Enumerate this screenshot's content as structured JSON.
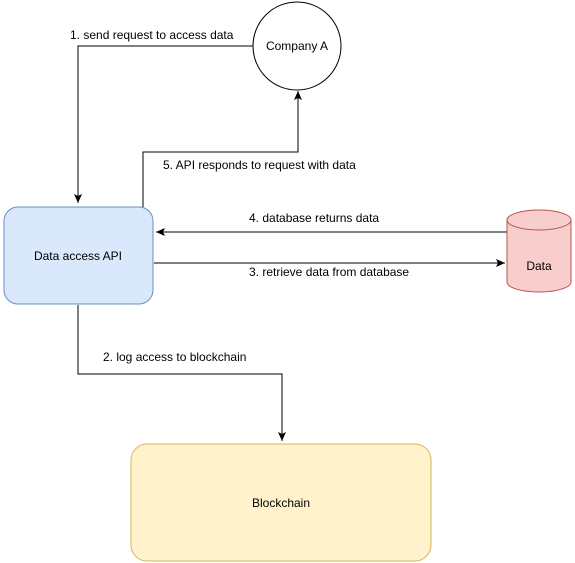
{
  "nodes": {
    "company_a": {
      "label": "Company A",
      "fill": "#ffffff",
      "stroke": "#000000"
    },
    "api": {
      "label": "Data access API",
      "fill": "#dae8fc",
      "stroke": "#6c8ebf"
    },
    "data": {
      "label": "Data",
      "fill": "#f8cecc",
      "stroke": "#b85450"
    },
    "blockchain": {
      "label": "Blockchain",
      "fill": "#fff2cc",
      "stroke": "#d6b656"
    }
  },
  "edges": {
    "send_request": "1. send request to access data",
    "log_access": "2. log access to blockchain",
    "retrieve_data": "3. retrieve data from database",
    "database_returns": "4. database returns data",
    "api_responds": "5. API responds to request with data"
  }
}
